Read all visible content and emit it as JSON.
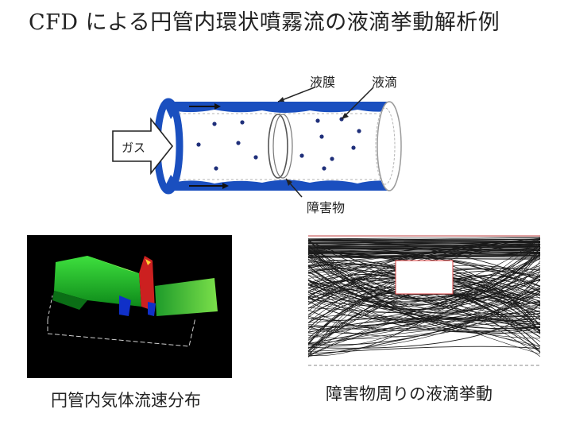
{
  "title": "CFD による円管内環状噴霧流の液滴挙動解析例",
  "diagram": {
    "labels": {
      "film": "液膜",
      "droplet": "液滴",
      "obstacle": "障害物",
      "gas": "ガス"
    }
  },
  "panels": {
    "velocity_caption": "円管内気体流速分布",
    "trajectory_caption": "障害物周りの液滴挙動"
  },
  "colors": {
    "pipe_wall": "#1a4fbf",
    "droplet": "#1f2f7a",
    "velocity_bg": "#000000",
    "trajectory_box": "#d84040"
  }
}
